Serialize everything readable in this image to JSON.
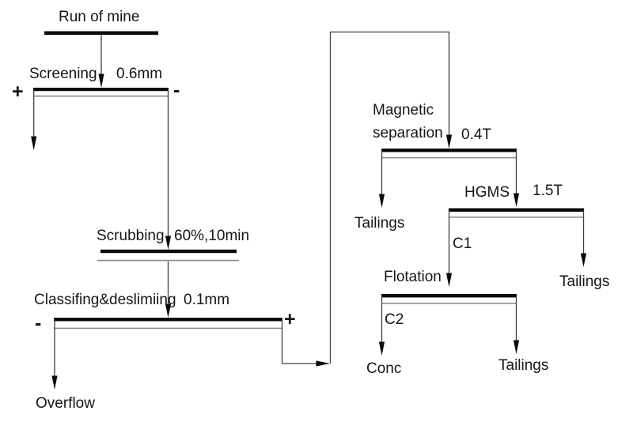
{
  "diagram": {
    "type": "process-flowsheet",
    "background": "#ffffff",
    "colors": {
      "bar": "#0a0a0a",
      "underline": "#8c8c8c",
      "line": "#404040",
      "arrow": "#0a0a0a",
      "text": "#161616"
    },
    "nodes": {
      "run_of_mine": {
        "label": "Run of mine"
      },
      "screening": {
        "label": "Screening",
        "param": "0.6mm",
        "left_sign": "+",
        "right_sign": "-"
      },
      "scrubbing": {
        "label": "Scrubbing",
        "param": "60%,10min"
      },
      "classifying": {
        "label": "Classifing&deslimiing",
        "param": "0.1mm",
        "left_sign": "-",
        "right_sign": "+"
      },
      "magnetic_separation": {
        "label_line1": "Magnetic",
        "label_line2": "separation",
        "param": "0.4T"
      },
      "hgms": {
        "label": "HGMS",
        "param": "1.5T"
      },
      "flotation": {
        "label": "Flotation"
      }
    },
    "streams": {
      "overflow": {
        "label": "Overflow"
      },
      "magnetic_tailings": {
        "label": "Tailings"
      },
      "c1": {
        "label": "C1"
      },
      "hgms_tailings": {
        "label": "Tailings"
      },
      "c2": {
        "label": "C2"
      },
      "conc": {
        "label": "Conc"
      },
      "flotation_tailings": {
        "label": "Tailings"
      }
    }
  }
}
